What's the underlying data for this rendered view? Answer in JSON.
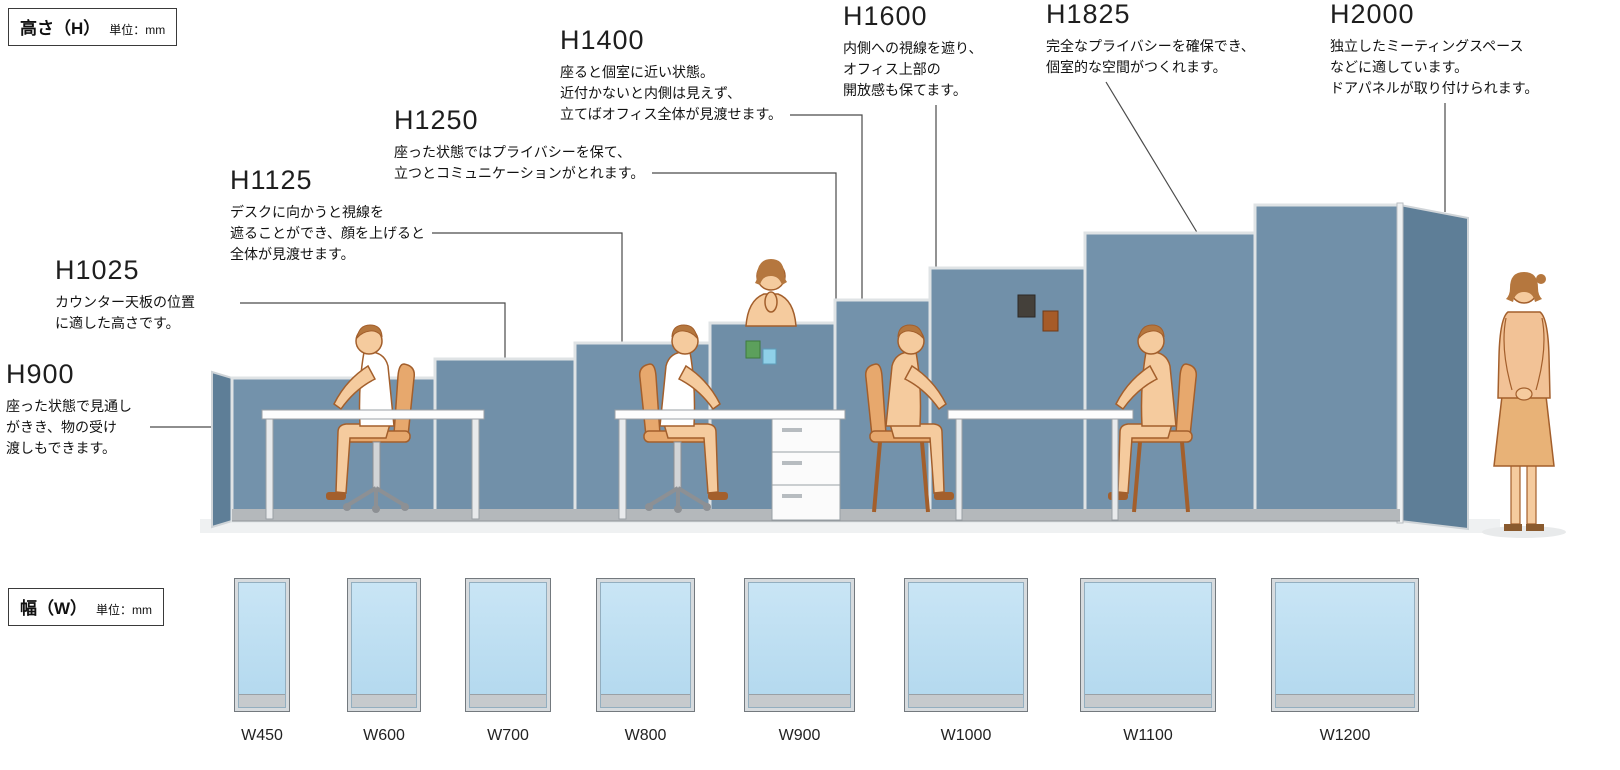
{
  "height_section": {
    "box_label": "高さ（H）",
    "unit_label": "単位：mm",
    "items": [
      {
        "code": "H900",
        "desc": "座った状態で見通し\nがきき、物の受け\n渡しもできます。"
      },
      {
        "code": "H1025",
        "desc": "カウンター天板の位置\nに適した高さです。"
      },
      {
        "code": "H1125",
        "desc": "デスクに向かうと視線を\n遮ることができ、顔を上げると\n全体が見渡せます。"
      },
      {
        "code": "H1250",
        "desc": "座った状態ではプライバシーを保て、\n立つとコミュニケーションがとれます。"
      },
      {
        "code": "H1400",
        "desc": "座ると個室に近い状態。\n近付かないと内側は見えず、\n立てばオフィス全体が見渡せます。"
      },
      {
        "code": "H1600",
        "desc": "内側への視線を遮り、\nオフィス上部の\n開放感も保てます。"
      },
      {
        "code": "H1825",
        "desc": "完全なプライバシーを確保でき、\n個室的な空間がつくれます。"
      },
      {
        "code": "H2000",
        "desc": "独立したミーティングスペース\nなどに適しています。\nドアパネルが取り付けられます。"
      }
    ]
  },
  "width_section": {
    "box_label": "幅（W）",
    "unit_label": "単位：mm",
    "items": [
      "W450",
      "W600",
      "W700",
      "W800",
      "W900",
      "W1000",
      "W1100",
      "W1200"
    ]
  },
  "colors": {
    "panel_fabric_blue": "#7392ab",
    "panel_light_blue": "#b9ddf2",
    "frame_silver": "#d9dde0"
  }
}
